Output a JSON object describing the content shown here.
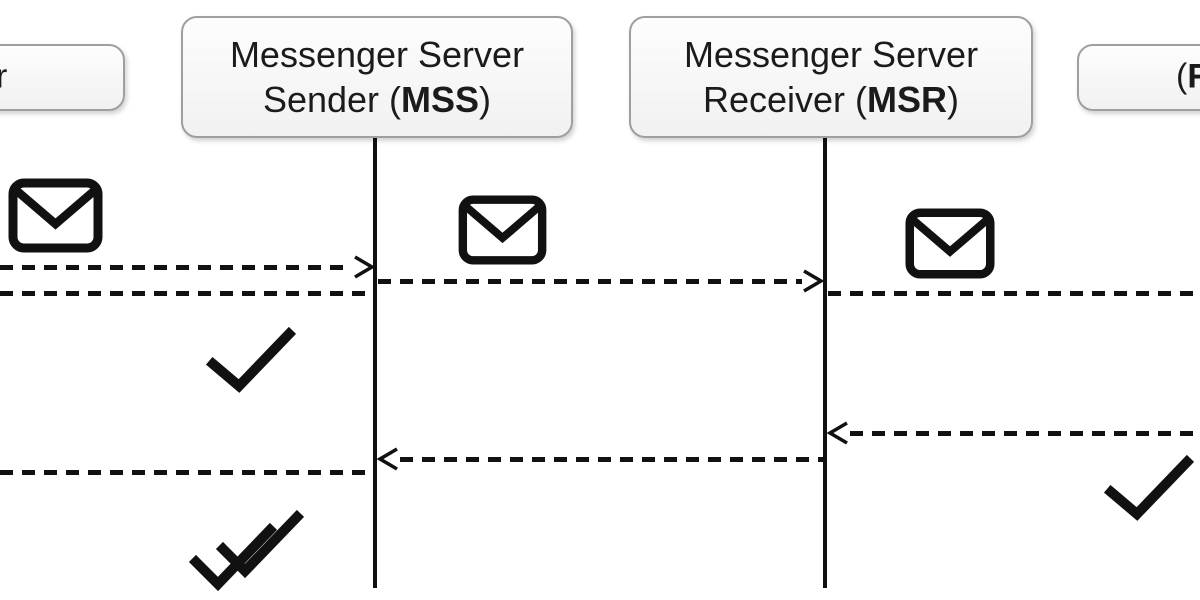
{
  "figure": {
    "type": "sequence-diagram",
    "background": "#ffffff",
    "ink_color": "#111111",
    "box_border_color": "#9f9f9f",
    "box_fill": "#f7f7f7"
  },
  "actors": {
    "left_partial": {
      "visible_fragment": "r"
    },
    "mss": {
      "line1": "Messenger Server",
      "line2_pre": "Sender (",
      "abbr": "MSS",
      "line2_post": ")"
    },
    "msr": {
      "line1": "Messenger Server",
      "line2_pre": "Receiver (",
      "abbr": "MSR",
      "line2_post": ")"
    },
    "right_partial": {
      "fragment_pre": "(",
      "fragment_bold": "R"
    }
  },
  "messages": [
    {
      "from": "off-screen-left",
      "to": "MSS",
      "style": "dashed",
      "arrowhead": "right",
      "icon_above": "envelope"
    },
    {
      "from": "MSS",
      "to": "MSR",
      "style": "dashed",
      "arrowhead": "right",
      "icon_above": "envelope"
    },
    {
      "from": "MSR",
      "to": "off-screen-right",
      "style": "dashed",
      "arrowhead": "none-visible",
      "icon_above": "envelope"
    },
    {
      "from": "MSS",
      "to": "off-screen-left",
      "style": "dashed",
      "arrowhead": "none-visible",
      "icon_below": "single-check"
    },
    {
      "from": "off-screen-right",
      "to": "MSR",
      "style": "dashed",
      "arrowhead": "left",
      "icon_below": "single-check"
    },
    {
      "from": "MSR",
      "to": "MSS",
      "style": "dashed",
      "arrowhead": "left"
    },
    {
      "from": "MSS",
      "to": "off-screen-left",
      "style": "dashed",
      "arrowhead": "none-visible",
      "icon_below": "double-check"
    }
  ]
}
